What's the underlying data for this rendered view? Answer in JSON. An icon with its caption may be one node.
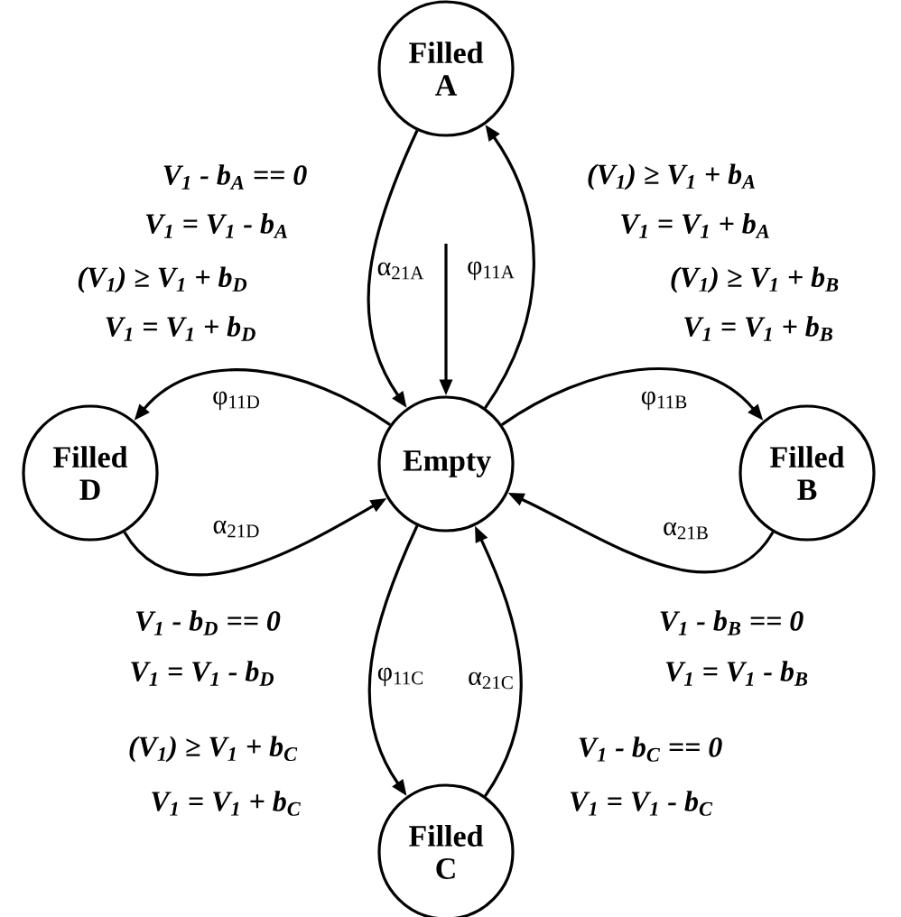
{
  "diagram": {
    "nodes": [
      {
        "text": [
          "Filled A"
        ]
      },
      {
        "text": [
          "Filled D"
        ]
      },
      {
        "text": [
          "Empty"
        ]
      },
      {
        "text": [
          "Filled B"
        ]
      },
      {
        "text": [
          "Filled C"
        ]
      }
    ],
    "edges": [
      {
        "from": 0,
        "to": 2,
        "arrow": "to",
        "label": "α$_{21A}$"
      },
      {
        "from": 2,
        "to": 0,
        "arrow": "to",
        "label": "φ$_{11A}$"
      },
      {
        "from": 2,
        "to": 1,
        "arrow": "to",
        "label": "φ$_{11D}$"
      },
      {
        "from": 1,
        "to": 2,
        "arrow": "to",
        "label": "α$_{21D}$"
      },
      {
        "from": 2,
        "to": 3,
        "arrow": "to",
        "label": "φ$_{11B}$"
      },
      {
        "from": 3,
        "to": 2,
        "arrow": "to",
        "label": "α$_{21B}$"
      },
      {
        "from": 2,
        "to": 4,
        "arrow": "to",
        "label": "φ$_{11C}$"
      },
      {
        "from": 4,
        "to": 2,
        "arrow": "to",
        "label": "α$_{21C}$"
      },
      {
        "from": null,
        "to": 2,
        "arrow": "to"
      }
    ],
    "labels": [
      "V$_{1}$ - b$_{A}$ == 0",
      "(V$_{1}$) ≥ V$_{1}$ + b$_{A}$",
      "V$_{1}$ = V$_{1}$ - b$_{A}$",
      "V$_{1}$ = V$_{1}$ + b$_{A}$",
      "(V$_{1}$) ≥ V$_{1}$ + b$_{D}$",
      "(V$_{1}$) ≥ V$_{1}$ + b$_{B}$",
      "V$_{1}$ = V$_{1}$ + b$_{D}$",
      "V$_{1}$ = V$_{1}$ + b$_{B}$",
      "V$_{1}$ - b$_{D}$ == 0",
      "V$_{1}$ - b$_{B}$ == 0",
      "V$_{1}$ = V$_{1}$ - b$_{D}$",
      "V$_{1}$ = V$_{1}$ - b$_{B}$",
      "(V$_{1}$) ≥ V$_{1}$ + b$_{C}$",
      "V$_{1}$ - b$_{C}$ == 0",
      "V$_{1}$ = V$_{1}$ + b$_{C}$",
      "V$_{1}$ = V$_{1}$ - b$_{C}$"
    ]
  }
}
